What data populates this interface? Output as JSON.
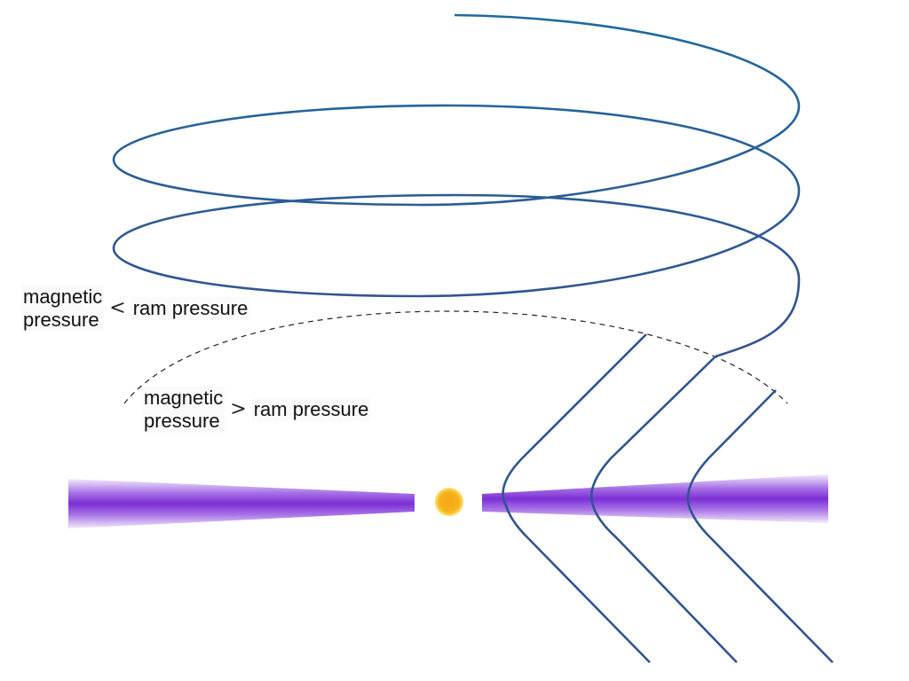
{
  "labels": {
    "upper": {
      "line1": "magnetic",
      "line2": "pressure",
      "relation": "<",
      "rhs": "ram pressure"
    },
    "lower": {
      "line1": "magnetic",
      "line2": "pressure",
      "relation": ">",
      "rhs": "ram pressure"
    }
  },
  "colors": {
    "field_line": "#2f5590",
    "field_line_helix_top": "#1e6aa0",
    "disk": "#7b2fd6",
    "disk_fade": "#f3ecfb",
    "star_core": "#f5a20a",
    "star_glow": "#ffd84a",
    "boundary": "#222222"
  }
}
